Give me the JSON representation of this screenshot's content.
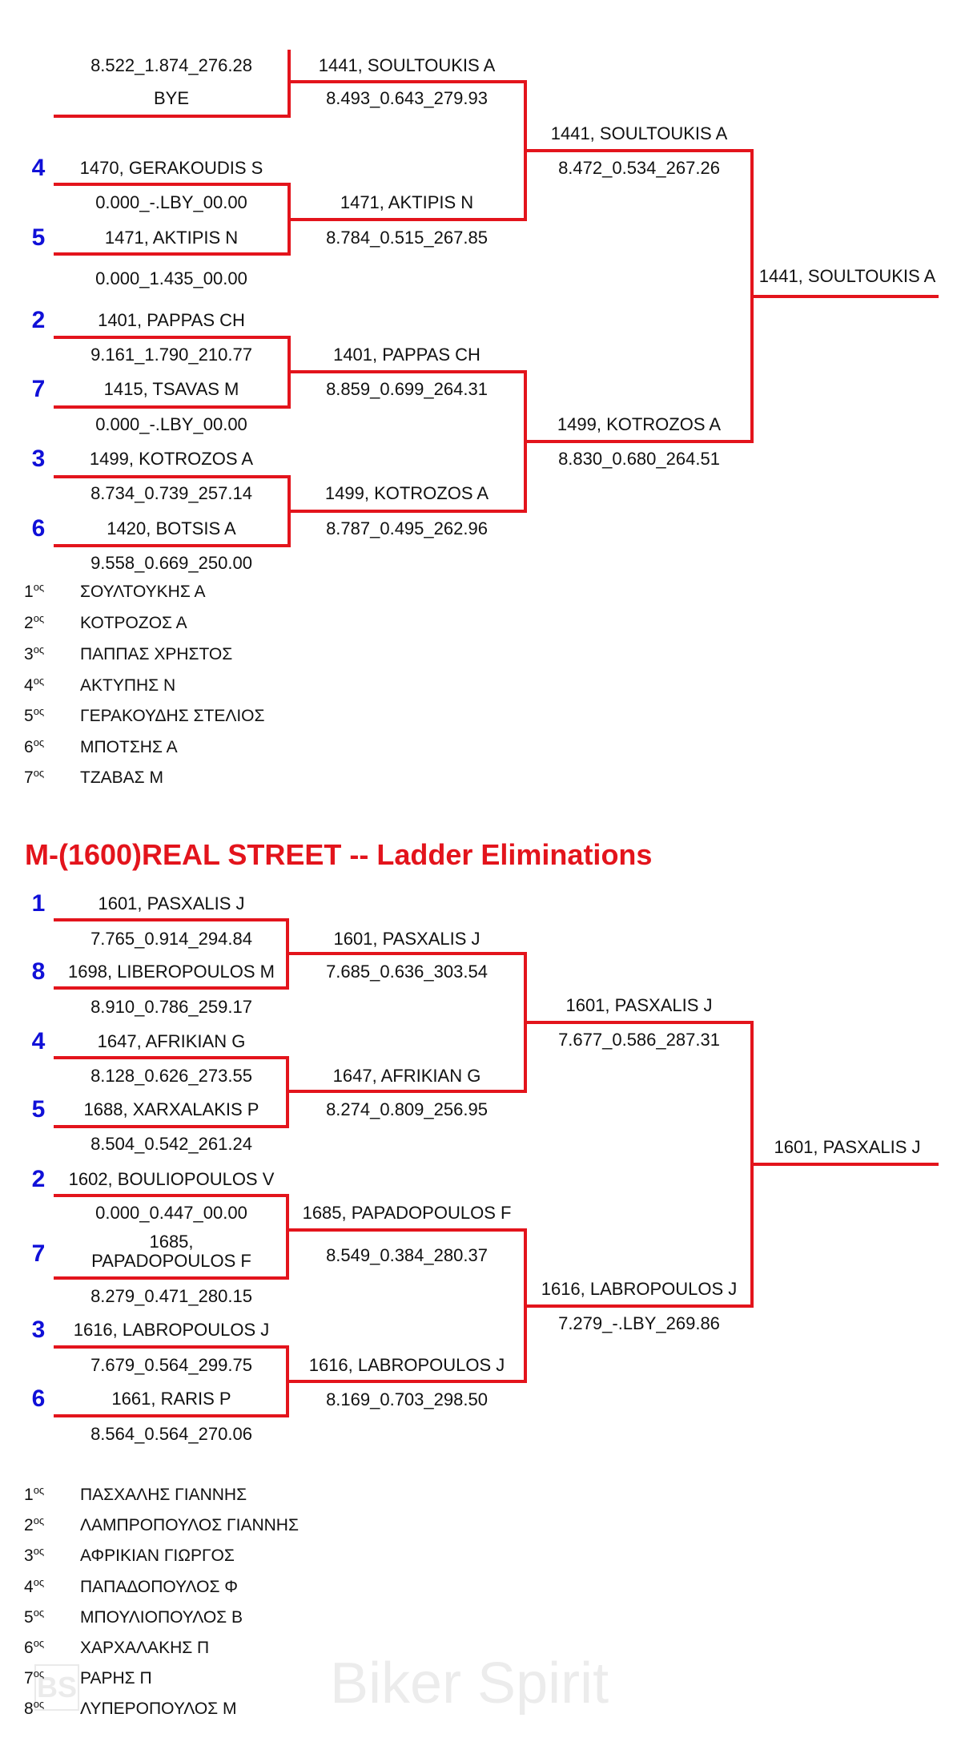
{
  "section1": {
    "round1": [
      "8.522_1.874_276.28",
      "BYE",
      "1470, GERAKOUDIS S",
      "0.000_-.LBY_00.00",
      "1471, AKTIPIS N",
      "0.000_1.435_00.00",
      "1401, PAPPAS CH",
      "9.161_1.790_210.77",
      "1415, TSAVAS M",
      "0.000_-.LBY_00.00",
      "1499, KOTROZOS A",
      "8.734_0.739_257.14",
      "1420, BOTSIS A",
      "9.558_0.669_250.00"
    ],
    "seeds": [
      "4",
      "5",
      "2",
      "7",
      "3",
      "6"
    ],
    "round2": [
      "1441, SOULTOUKIS A",
      "8.493_0.643_279.93",
      "1471, AKTIPIS N",
      "8.784_0.515_267.85",
      "1401, PAPPAS CH",
      "8.859_0.699_264.31",
      "1499, KOTROZOS A",
      "8.787_0.495_262.96"
    ],
    "round3": [
      "1441, SOULTOUKIS A",
      "8.472_0.534_267.26",
      "1499, KOTROZOS A",
      "8.830_0.680_264.51"
    ],
    "final": "1441, SOULTOUKIS A",
    "rankings": [
      {
        "place": "1",
        "suffix": "ος",
        "name": "ΣΟΥΛΤΟΥΚΗΣ Α"
      },
      {
        "place": "2",
        "suffix": "ος",
        "name": "ΚΟΤΡΟΖΟΣ Α"
      },
      {
        "place": "3",
        "suffix": "ος",
        "name": "ΠΑΠΠΑΣ ΧΡΗΣΤΟΣ"
      },
      {
        "place": "4",
        "suffix": "ος",
        "name": "ΑΚΤΥΠΗΣ Ν"
      },
      {
        "place": "5",
        "suffix": "ος",
        "name": "ΓΕΡΑΚΟΥΔΗΣ ΣΤΕΛΙΟΣ"
      },
      {
        "place": "6",
        "suffix": "ος",
        "name": "ΜΠΟΤΣΗΣ Α"
      },
      {
        "place": "7",
        "suffix": "ος",
        "name": "ΤΖΑΒΑΣ Μ"
      }
    ]
  },
  "section2": {
    "title": "M-(1600)REAL STREET -- Ladder Eliminations",
    "round1": [
      "1601, PASXALIS J",
      "7.765_0.914_294.84",
      "1698, LIBEROPOULOS M",
      "8.910_0.786_259.17",
      "1647, AFRIKIAN G",
      "8.128_0.626_273.55",
      "1688, XARXALAKIS P",
      "8.504_0.542_261.24",
      "1602, BOULIOPOULOS V",
      "0.000_0.447_00.00",
      "1685, PAPADOPOULOS F",
      "8.279_0.471_280.15",
      "1616, LABROPOULOS J",
      "7.679_0.564_299.75",
      "1661, RARIS P",
      "8.564_0.564_270.06"
    ],
    "seeds": [
      "1",
      "8",
      "4",
      "5",
      "2",
      "7",
      "3",
      "6"
    ],
    "round2": [
      "1601, PASXALIS J",
      "7.685_0.636_303.54",
      "1647, AFRIKIAN G",
      "8.274_0.809_256.95",
      "1685, PAPADOPOULOS F",
      "8.549_0.384_280.37",
      "1616, LABROPOULOS J",
      "8.169_0.703_298.50"
    ],
    "round3": [
      "1601, PASXALIS J",
      "7.677_0.586_287.31",
      "1616, LABROPOULOS J",
      "7.279_-.LBY_269.86"
    ],
    "final": "1601, PASXALIS J",
    "rankings": [
      {
        "place": "1",
        "suffix": "ος",
        "name": "ΠΑΣΧΑΛΗΣ ΓΙΑΝΝΗΣ"
      },
      {
        "place": "2",
        "suffix": "ος",
        "name": "ΛΑΜΠΡΟΠΟΥΛΟΣ ΓΙΑΝΝΗΣ"
      },
      {
        "place": "3",
        "suffix": "ος",
        "name": "ΑΦΡΙΚΙΑΝ ΓΙΩΡΓΟΣ"
      },
      {
        "place": "4",
        "suffix": "ος",
        "name": "ΠΑΠΑΔΟΠΟΥΛΟΣ Φ"
      },
      {
        "place": "5",
        "suffix": "ος",
        "name": "ΜΠΟΥΛΙΟΠΟΥΛΟΣ Β"
      },
      {
        "place": "6",
        "suffix": "ος",
        "name": "ΧΑΡΧΑΛΑΚΗΣ Π"
      },
      {
        "place": "7",
        "suffix": "ος",
        "name": "ΡΑΡΗΣ Π"
      },
      {
        "place": "8",
        "suffix": "ος",
        "name": "ΛΥΠΕΡΟΠΟΥΛΟΣ Μ"
      }
    ]
  },
  "watermark": {
    "text": "Biker Spirit",
    "logo": "BS"
  },
  "colors": {
    "bracket_line": "#e3141c",
    "seed": "#1010d8",
    "title": "#e3141c"
  }
}
